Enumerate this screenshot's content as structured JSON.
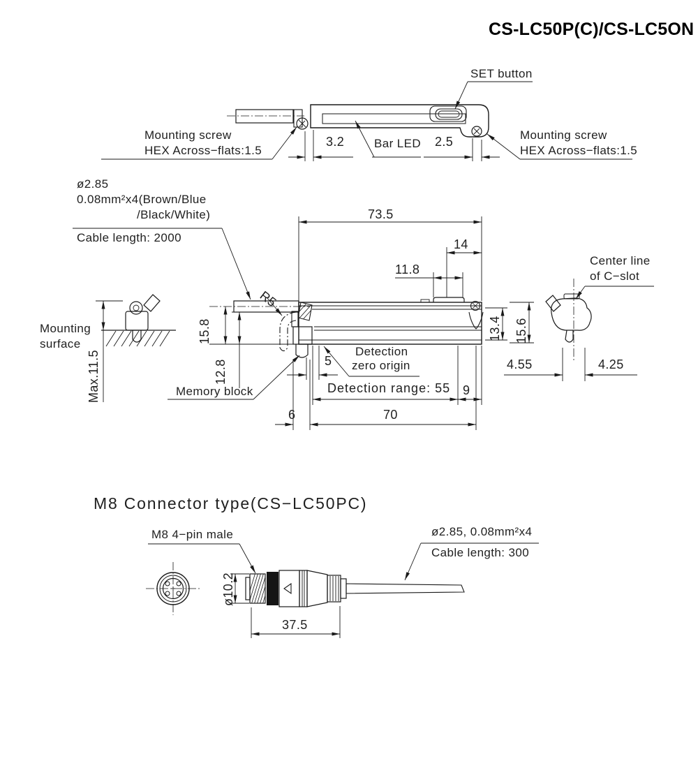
{
  "title": "CS-LC50P(C)/CS-LC5ON",
  "top_view": {
    "set_button": "SET button",
    "mounting_screw_left": {
      "line1": "Mounting screw",
      "line2": "HEX Across−flats:1.5"
    },
    "mounting_screw_right": {
      "line1": "Mounting screw",
      "line2": "HEX Across−flats:1.5"
    },
    "bar_led": "Bar LED",
    "dim_3_2": "3.2",
    "dim_2_5": "2.5"
  },
  "side_view": {
    "cable_spec": {
      "line1": "ø2.85",
      "line2": "0.08mm²x4(Brown/Blue",
      "line3": "/Black/White)",
      "line4": "Cable length: 2000"
    },
    "dims": {
      "overall": "73.5",
      "d14": "14",
      "d11_8": "11.8",
      "d15_8": "15.8",
      "d12_8": "12.8",
      "max_height": "Max.11.5",
      "d5": "5",
      "range": "Detection range: 55",
      "d9": "9",
      "d6": "6",
      "d70": "70",
      "d13_4": "13.4",
      "d15_6": "15.6",
      "d4_55": "4.55",
      "d4_25": "4.25",
      "r5": "R5"
    },
    "labels": {
      "center_line1": "Center line",
      "center_line2": "of C−slot",
      "mounting_surface1": "Mounting",
      "mounting_surface2": "surface",
      "memory_block": "Memory block",
      "zero_origin1": "Detection",
      "zero_origin2": "zero origin"
    }
  },
  "connector_section": {
    "heading": "M8 Connector type(CS−LC50PC)",
    "pin_label": "M8 4−pin male",
    "cable_spec": "ø2.85, 0.08mm²x4",
    "cable_length": "Cable length: 300",
    "dim_diameter": "ø10.2",
    "dim_length": "37.5"
  }
}
